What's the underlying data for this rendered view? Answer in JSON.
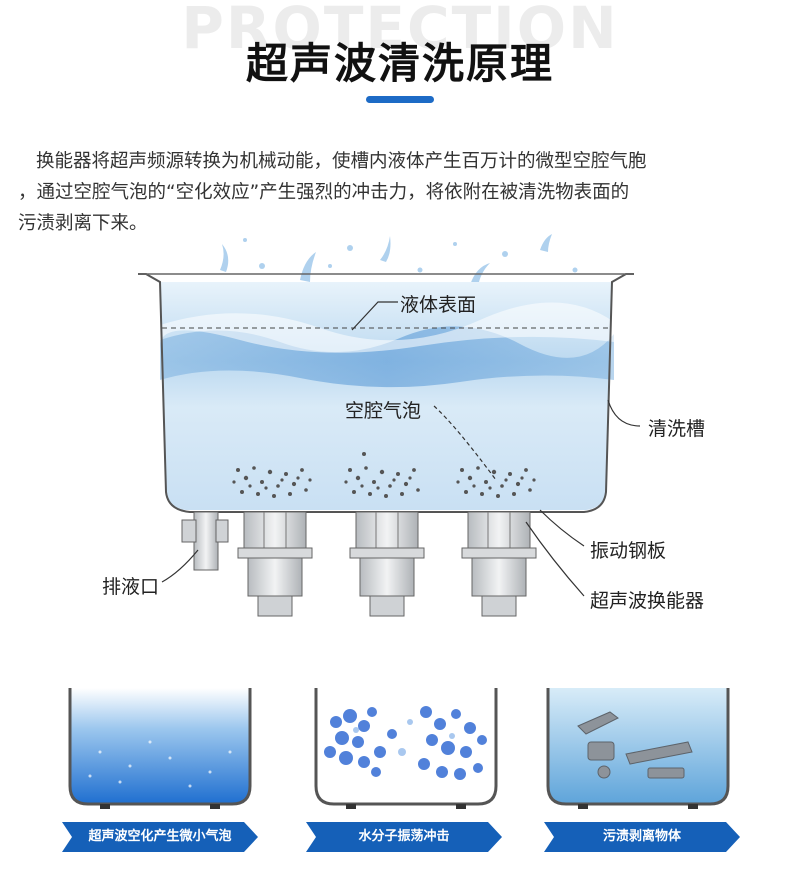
{
  "header": {
    "background_word": "PROTECTION",
    "title": "超声波清洗原理"
  },
  "description": {
    "line1": "换能器将超声频源转换为机械动能，使槽内液体产生百万计的微型空腔气胞",
    "line2": "，通过空腔气泡的“空化效应”产生强烈的冲击力，将依附在被清洗物表面的",
    "line3": "污渍剥离下来。"
  },
  "diagram": {
    "labels": {
      "liquid_surface": "液体表面",
      "cavity_bubble": "空腔气泡",
      "tank": "清洗槽",
      "vibration_plate": "振动钢板",
      "transducer": "超声波换能器",
      "drain": "排液口"
    }
  },
  "steps": [
    {
      "label": "超声波空化产生微小气泡"
    },
    {
      "label": "水分子振荡冲击"
    },
    {
      "label": "污渍剥离物体"
    }
  ],
  "colors": {
    "accent": "#1d6bc6",
    "banner": "#1560b8",
    "water_light": "#d7e9f7",
    "water_mid": "#a9cdee"
  }
}
